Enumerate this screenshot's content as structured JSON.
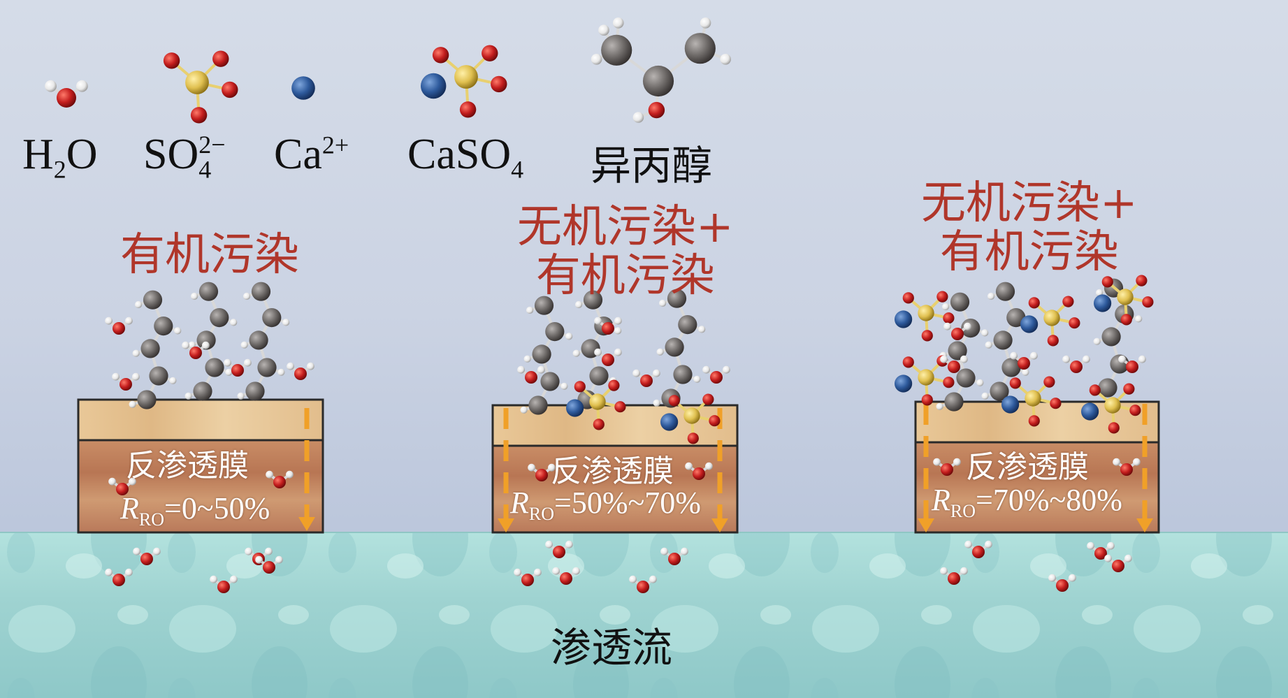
{
  "legend": {
    "water": {
      "main": "H",
      "sub": "2",
      "tail": "O"
    },
    "sulfate": {
      "main": "SO",
      "sub": "4",
      "sup": "2−"
    },
    "calcium": {
      "main": "Ca",
      "sup": "2+"
    },
    "calcium_sulfate": {
      "main": "CaSO",
      "sub": "4"
    },
    "isopropanol": "异丙醇"
  },
  "panels": [
    {
      "fouling_line1": "有机污染",
      "fouling_line2": "",
      "membrane": "反渗透膜",
      "ratio_symbol": "R",
      "ratio_sub": "RO",
      "ratio_value": "=0~50%"
    },
    {
      "fouling_line1": "无机污染+",
      "fouling_line2": "有机污染",
      "membrane": "反渗透膜",
      "ratio_symbol": "R",
      "ratio_sub": "RO",
      "ratio_value": "=50%~70%"
    },
    {
      "fouling_line1": "无机污染+",
      "fouling_line2": "有机污染",
      "membrane": "反渗透膜",
      "ratio_symbol": "R",
      "ratio_sub": "RO",
      "ratio_value": "=70%~80%"
    }
  ],
  "permeate": "渗透流",
  "colors": {
    "oxygen": "#c41e1e",
    "hydrogen": "#f2f2f2",
    "carbon": "#6e6a68",
    "sulfur": "#e0c050",
    "calcium": "#2e5a9c",
    "fouling_text": "#b0362a",
    "membrane_top": "#e6c392",
    "membrane_body": "#c48660",
    "arrow": "#f0a028",
    "water_bg": "#9fd6d4"
  }
}
